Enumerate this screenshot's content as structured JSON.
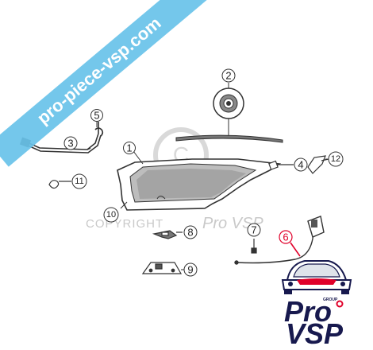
{
  "watermark": {
    "site": "pro-piece-vsp.com",
    "copyright_prefix": "COPYRIGHT",
    "copyright_brand": "Pro VSP"
  },
  "callouts": [
    {
      "id": "1",
      "color": "#222222"
    },
    {
      "id": "2",
      "color": "#222222"
    },
    {
      "id": "3",
      "color": "#222222"
    },
    {
      "id": "4",
      "color": "#222222"
    },
    {
      "id": "5",
      "color": "#222222"
    },
    {
      "id": "6",
      "color": "#e0002a"
    },
    {
      "id": "7",
      "color": "#222222"
    },
    {
      "id": "8",
      "color": "#222222"
    },
    {
      "id": "9",
      "color": "#222222"
    },
    {
      "id": "10",
      "color": "#222222"
    },
    {
      "id": "11",
      "color": "#222222"
    },
    {
      "id": "12",
      "color": "#222222"
    }
  ],
  "logo": {
    "group_label": "GROUP",
    "line1": "Pro",
    "line2": "VSP",
    "brand_navy": "#17194e",
    "brand_red": "#e0002a"
  },
  "colors": {
    "ribbon": "#69c3ea",
    "line": "#333333",
    "highlight": "#e0002a"
  }
}
